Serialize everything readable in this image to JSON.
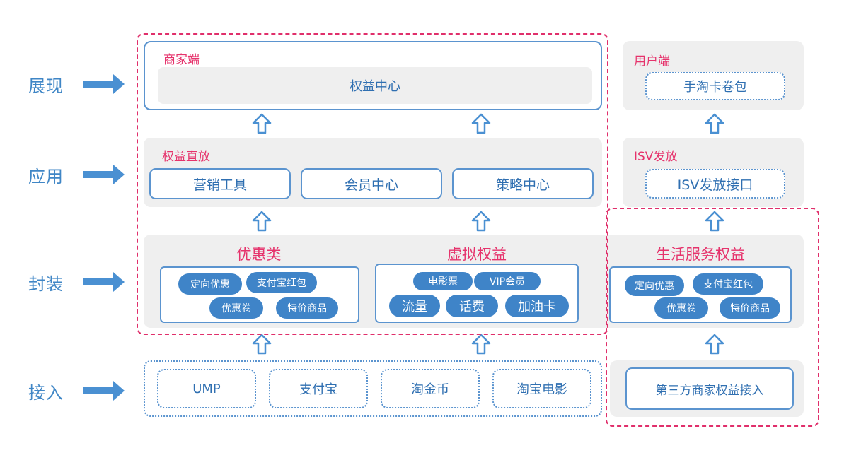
{
  "layers": {
    "display": "展现",
    "application": "应用",
    "package": "封装",
    "access": "接入"
  },
  "merchant": {
    "title": "商家端",
    "center": "权益中心"
  },
  "user": {
    "title": "用户端",
    "card_wallet": "手淘卡卷包"
  },
  "rights_release": {
    "title": "权益直放",
    "tools": [
      "营销工具",
      "会员中心",
      "策略中心"
    ]
  },
  "isv": {
    "title": "ISV发放",
    "interface": "ISV发放接口"
  },
  "package_groups": {
    "discount": {
      "title": "优惠类",
      "items": [
        "定向优惠",
        "支付宝红包",
        "优惠卷",
        "特价商品"
      ]
    },
    "virtual": {
      "title": "虚拟权益",
      "items": [
        "电影票",
        "VIP会员",
        "流量",
        "话费",
        "加油卡"
      ]
    },
    "life": {
      "title": "生活服务权益",
      "items": [
        "定向优惠",
        "支付宝红包",
        "优惠卷",
        "特价商品"
      ]
    }
  },
  "access_sources": [
    "UMP",
    "支付宝",
    "淘金币",
    "淘宝电影"
  ],
  "third_party": "第三方商家权益接入",
  "colors": {
    "accent_blue": "#3f84c8",
    "highlight_pink": "#e02f6b",
    "panel_gray": "#efefef"
  }
}
